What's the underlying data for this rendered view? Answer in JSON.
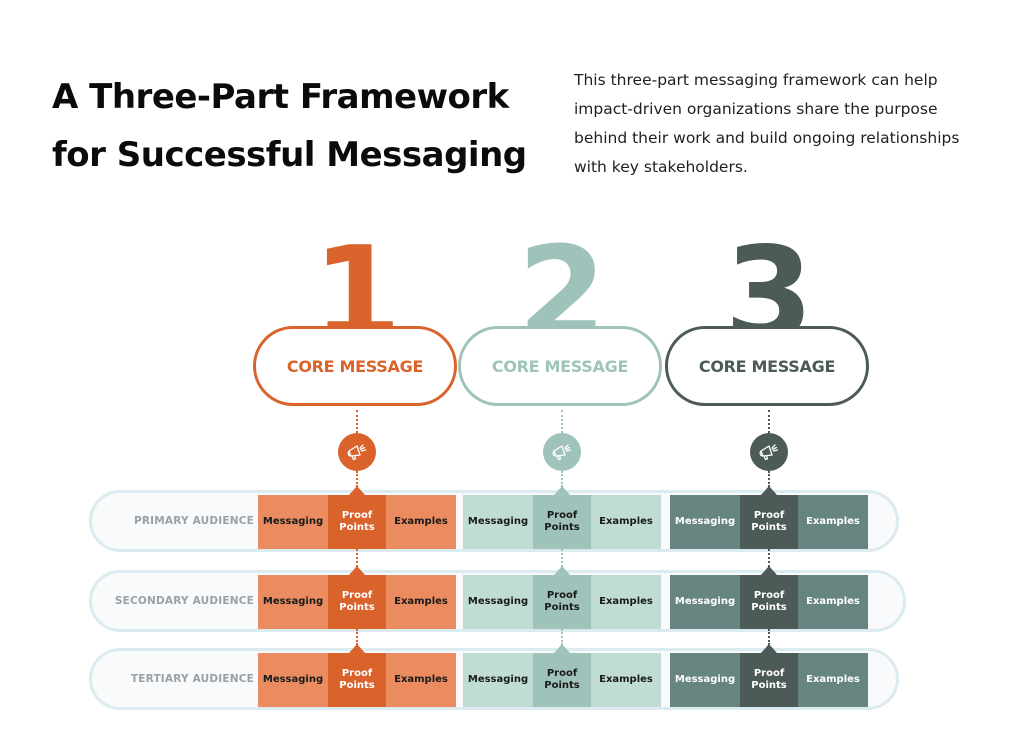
{
  "header": {
    "title_line1": "A Three-Part Framework",
    "title_line2": "for Successful Messaging",
    "intro": "This three-part messaging framework can help impact-driven organizations share the purpose behind their work and build ongoing relationships with key stakeholders."
  },
  "colors": {
    "orange_dark": "#d9632b",
    "orange_light": "#ea8c5f",
    "teal_dark": "#9fc3ba",
    "teal_light": "#c0ddd5",
    "slate_dark": "#4c5a58",
    "slate_light": "#678580",
    "row_border": "#dcebf0",
    "row_label": "#9aa0a4"
  },
  "columns": [
    {
      "number": "1",
      "core_label": "CORE MESSAGE",
      "icon": "megaphone-icon"
    },
    {
      "number": "2",
      "core_label": "CORE MESSAGE",
      "icon": "megaphone-icon"
    },
    {
      "number": "3",
      "core_label": "CORE MESSAGE",
      "icon": "megaphone-icon"
    }
  ],
  "rows": [
    {
      "label": "PRIMARY AUDIENCE"
    },
    {
      "label": "SECONDARY AUDIENCE"
    },
    {
      "label": "TERTIARY AUDIENCE"
    }
  ],
  "cells": {
    "messaging": "Messaging",
    "proof_points": "Proof Points",
    "examples": "Examples"
  }
}
